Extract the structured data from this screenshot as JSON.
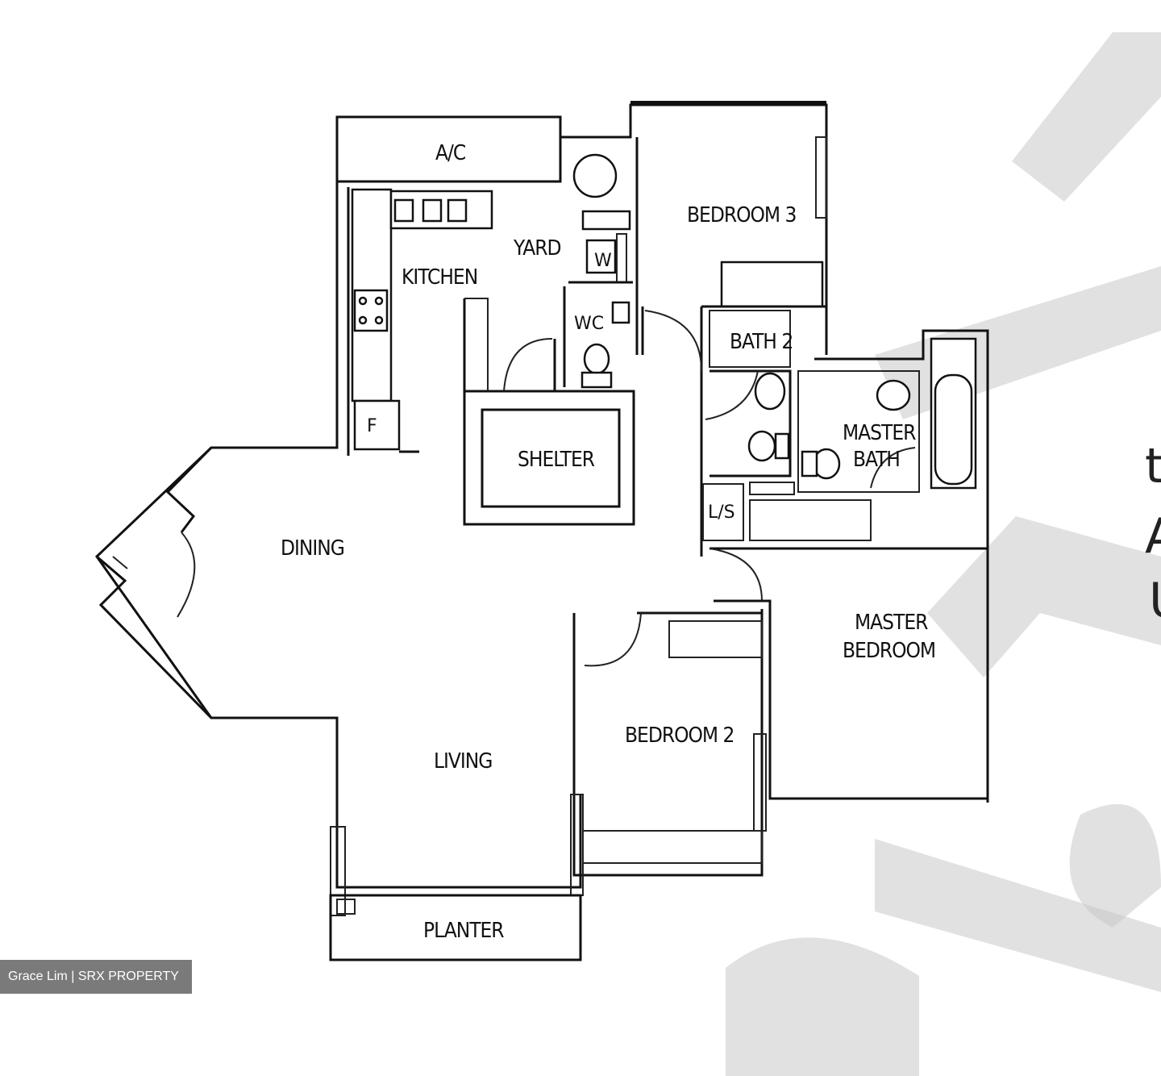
{
  "rooms": {
    "ac": "A/C",
    "kitchen": "KITCHEN",
    "yard": "YARD",
    "washer": "W",
    "wc": "WC",
    "fridge": "F",
    "shelter": "SHELTER",
    "bedroom3": "BEDROOM 3",
    "bath2": "BATH 2",
    "master_bath_line1": "MASTER",
    "master_bath_line2": "BATH",
    "ls": "L/S",
    "dining": "DINING",
    "living": "LIVING",
    "bedroom2": "BEDROOM 2",
    "master_bedroom_line1": "MASTER",
    "master_bedroom_line2": "BEDROOM",
    "planter": "PLANTER"
  },
  "side_text": {
    "line1": "t",
    "line2": "A",
    "line3": "U"
  },
  "credit": "Grace Lim  | SRX PROPERTY"
}
